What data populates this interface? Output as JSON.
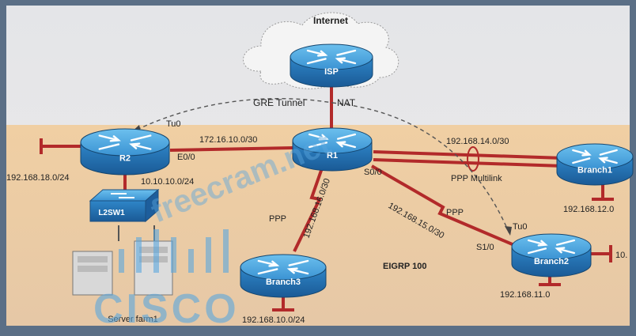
{
  "cloud_label": "Internet",
  "devices": {
    "isp": "ISP",
    "r1": "R1",
    "r2": "R2",
    "branch1": "Branch1",
    "branch2": "Branch2",
    "branch3": "Branch3",
    "switch": "L2SW1",
    "server_farm": "Server farm1"
  },
  "labels": {
    "gre_tunnel": "GRE Tunnel",
    "nat": "NAT",
    "tu0_r2": "Tu0",
    "e00": "E0/0",
    "net_r1_r2": "172.16.10.0/30",
    "net_r2_lan": "192.168.18.0/24",
    "net_r2_sw": "10.10.10.0/24",
    "net_r1_b1": "192.168.14.0/30",
    "ppp_multilink": "PPP Multilink",
    "net_b1_lan": "192.168.12.0",
    "s00": "S0/0",
    "net_r1_b3": "192.168.16.0/30",
    "ppp_b3": "PPP",
    "net_r1_b2": "192.168.15.0/30",
    "ppp_b2": "PPP",
    "tu0_b2": "Tu0",
    "s10": "S1/0",
    "eigrp": "EIGRP 100",
    "net_b2_lan": "192.168.11.0",
    "net_b2_right": "10.",
    "net_b3_lan": "192.168.10.0/24"
  },
  "watermark": {
    "site": "freecram.net",
    "brand": "CISCO"
  },
  "colors": {
    "router_body": "#2a7fc4",
    "router_top": "#5aaee0",
    "wan_link": "#c0392b",
    "lan_link": "#b22a2a",
    "background_bottom": "#e9c9a0",
    "background_top": "#e6e7e9",
    "tunnel": "#5a5a5a",
    "watermark": "#5aa7de"
  }
}
